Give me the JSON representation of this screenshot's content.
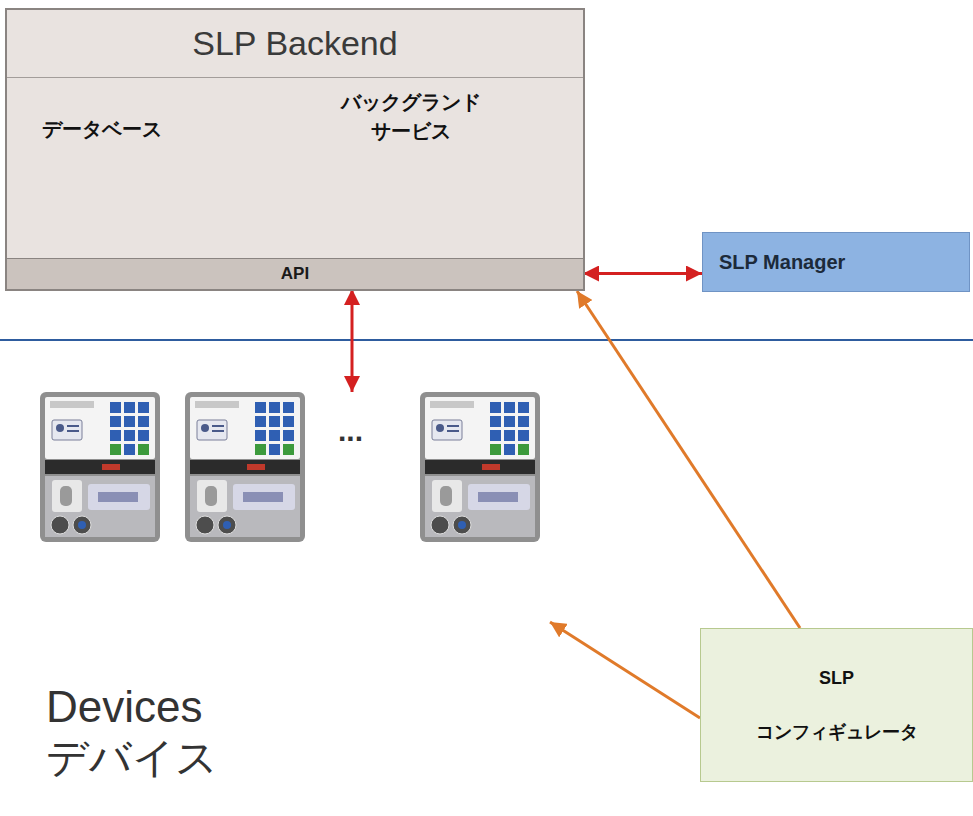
{
  "diagram": {
    "nodes": [
      {
        "text": [
          "SLP Backend"
        ]
      },
      {
        "text": [
          "API"
        ],
        "in": 0
      },
      {
        "text": [
          "SLP Manager"
        ]
      },
      {
        "text": [
          "Devices",
          "デバイス"
        ]
      },
      {
        "text": [
          "SLP コンフィギュレータ"
        ]
      }
    ],
    "edges": [
      {
        "from": 1,
        "to": 2,
        "arrow": "both"
      },
      {
        "from": 1,
        "to": 3,
        "arrow": "both"
      },
      {
        "from": 4,
        "to": 0,
        "arrow": "to"
      },
      {
        "from": 4,
        "to": 3,
        "arrow": "to"
      }
    ],
    "labels": [
      "データベース",
      "バックグランド サービス",
      "..."
    ]
  }
}
